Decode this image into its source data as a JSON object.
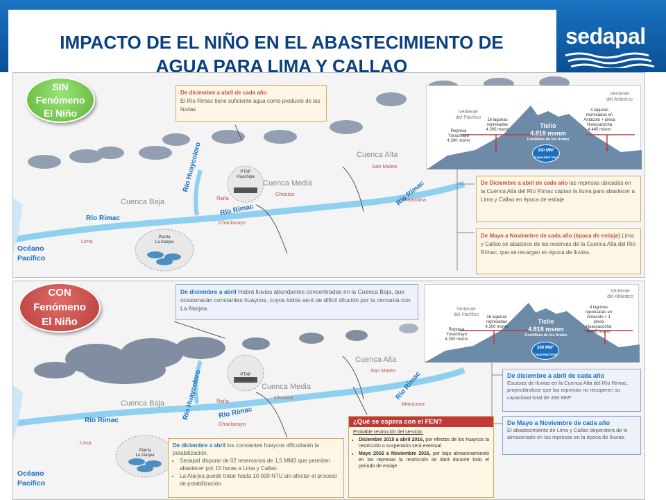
{
  "header": {
    "title_line1": "IMPACTO DE EL NIÑO EN EL ABASTECIMIENTO DE",
    "title_line2": "AGUA PARA LIMA Y CALLAO",
    "logo_text": "sedapal"
  },
  "colors": {
    "header_blue": "#0a4f95",
    "title_blue": "#0a3f80",
    "green_badge": "#6fc14a",
    "red_badge": "#c24541",
    "river_blue": "#7fc8ee",
    "label_red": "#c0504d",
    "label_blue": "#1c6fc0"
  },
  "sin": {
    "badge": [
      "SIN",
      "Fenómeno",
      "El Niño"
    ],
    "callout": {
      "lead": "De diciembre a abril de cada año",
      "text": "El Río Rímac tiene suficiente agua como producto de las lluvias"
    },
    "labels": {
      "cuenca_baja": "Cuenca Baja",
      "cuenca_media": "Cuenca Media",
      "cuenca_alta": "Cuenca Alta",
      "rio_huaycoloro": "Río Huaycoloro",
      "rio_rimac_1": "Río Rímac",
      "rio_rimac_2": "Río Rímac",
      "rio_rimac_3": "Río Rímac",
      "lima": "Lima",
      "chosica": "Chosica",
      "chaclacayo": "Chaclacayo",
      "nana": "Ñaña",
      "san_mateo": "San Mateo",
      "matucana": "Matucana",
      "ptap": [
        "PTAP",
        "Huachipa"
      ],
      "planta": [
        "Planta",
        "La Atarjea"
      ],
      "oceano": [
        "Océano",
        "Pacífico"
      ]
    },
    "mountain": {
      "vertiente_pacifico": [
        "Vertiente",
        "del Pacífico"
      ],
      "vertiente_atlantico": [
        "Vertiente",
        "del Atlántico"
      ],
      "yuracmayo": [
        "Represa",
        "Yuracmayo",
        "4.300 msnm"
      ],
      "lagunas16": [
        "16 lagunas",
        "represadas",
        "4.300 msnm"
      ],
      "lagunas4": [
        "4 lagunas",
        "represadas en",
        "Antacoto + presa",
        "Huascacocha",
        "4.445 msnm"
      ],
      "ticlio": [
        "Ticlio",
        "4.818 msnm",
        "Cordillera de los Andes"
      ],
      "cap": [
        "330 MM³",
        "Capacidad total"
      ]
    },
    "info1": {
      "lead": "De Diciembre a abril de cada año",
      "text": "las represas ubicadas en la Cuenca Alta del Río Rímac captan la lluvia para abastecer a Lima y Callao en época de estiaje"
    },
    "info2": {
      "lead": "De Mayo a Noviembre de cada año (época de estiaje)",
      "text": "Lima y Callao se abastece de las reservas de la Cuenca Alta del Río Rímac, que se recargan en época de lluvias."
    }
  },
  "con": {
    "badge": [
      "CON",
      "Fenómeno",
      "El Niño"
    ],
    "callout": {
      "lead": "De diciembre a abril",
      "text": "Habrá lluvias abundantes concentradas en la Cuenca Baja, que ocasionarán constantes huaycos, cuyos lodos será de difícil dilución por la cercanía con La Atarjea"
    },
    "labels": {
      "cuenca_baja": "Cuenca Baja",
      "cuenca_media": "Cuenca Media",
      "cuenca_alta": "Cuenca Alta",
      "rio_huaycoloro": "Río Huaycoloro",
      "rio_rimac_1": "Río Rímac",
      "rio_rimac_2": "Río Rímac",
      "rio_rimac_3": "Río Rímac",
      "lima": "Lima",
      "chosica": "Chosica",
      "chaclacayo": "Chaclacayo",
      "nana": "Ñaña",
      "san_mateo": "San Mateo",
      "matucana": "Matucana",
      "ptap": [
        "PTAP",
        "Huachipa"
      ],
      "planta": [
        "Planta",
        "La Atarjea"
      ],
      "oceano": [
        "Océano",
        "Pacífico"
      ]
    },
    "mountain": {
      "vertiente_pacifico": [
        "Vertiente",
        "del Pacífico"
      ],
      "vertiente_atlantico": [
        "Vertiente",
        "del Atlántico"
      ],
      "yuracmayo": [
        "Represa",
        "Yuracmayo",
        "4.300 msnm"
      ],
      "lagunas16": [
        "16 lagunas",
        "represadas",
        "4.300 msnm"
      ],
      "lagunas4": [
        "4 lagunas",
        "represadas en",
        "Antacoto + 1",
        "presa",
        "Huascacocha",
        "4.445 msnm"
      ],
      "ticlio": [
        "Ticlio",
        "4.818 msnm",
        "Cordillera de los Andes"
      ],
      "cap": [
        "330 MM³",
        "Capacidad total"
      ]
    },
    "info1": {
      "lead": "De diciembre a abril de cada año",
      "text": "Escasez de lluvias en la Cuenca Alta del Río Rímac, proyectándose que las represas no recuperen su capacidad total de 330 MM³"
    },
    "info2": {
      "lead": "De Mayo a Noviembre de cada año",
      "text": "El abastecimiento de Lima y Callao dependerá de lo almacenado en las represas en la época de lluvias."
    },
    "bottom_callout": {
      "lead": "De diciembre a abril",
      "text": "los constantes huaycos dificultarán la potabilización.",
      "bullets": [
        "Sedapal dispone de 02 reservorios de 1,5 MM3 que permiten abastecer por 15 horas a Lima y Callao.",
        "La Atarjea puede tratar hasta 10 000 NTU sin afectar el proceso de potabilización."
      ]
    },
    "fen": {
      "title": "¿Qué se espera con el FEN?",
      "subtitle": "Probable restricción del servicio:",
      "items": [
        {
          "lead": "Diciembre 2015 a abril 2016,",
          "text": "por efectos de los huaycos la restricción o suspensión será eventual"
        },
        {
          "lead": "Mayo 2016 a Noviembre 2016,",
          "text": "por bajo almacenamiento en las represas la restricción se dará durante todo el periodo de estiaje."
        }
      ]
    }
  }
}
